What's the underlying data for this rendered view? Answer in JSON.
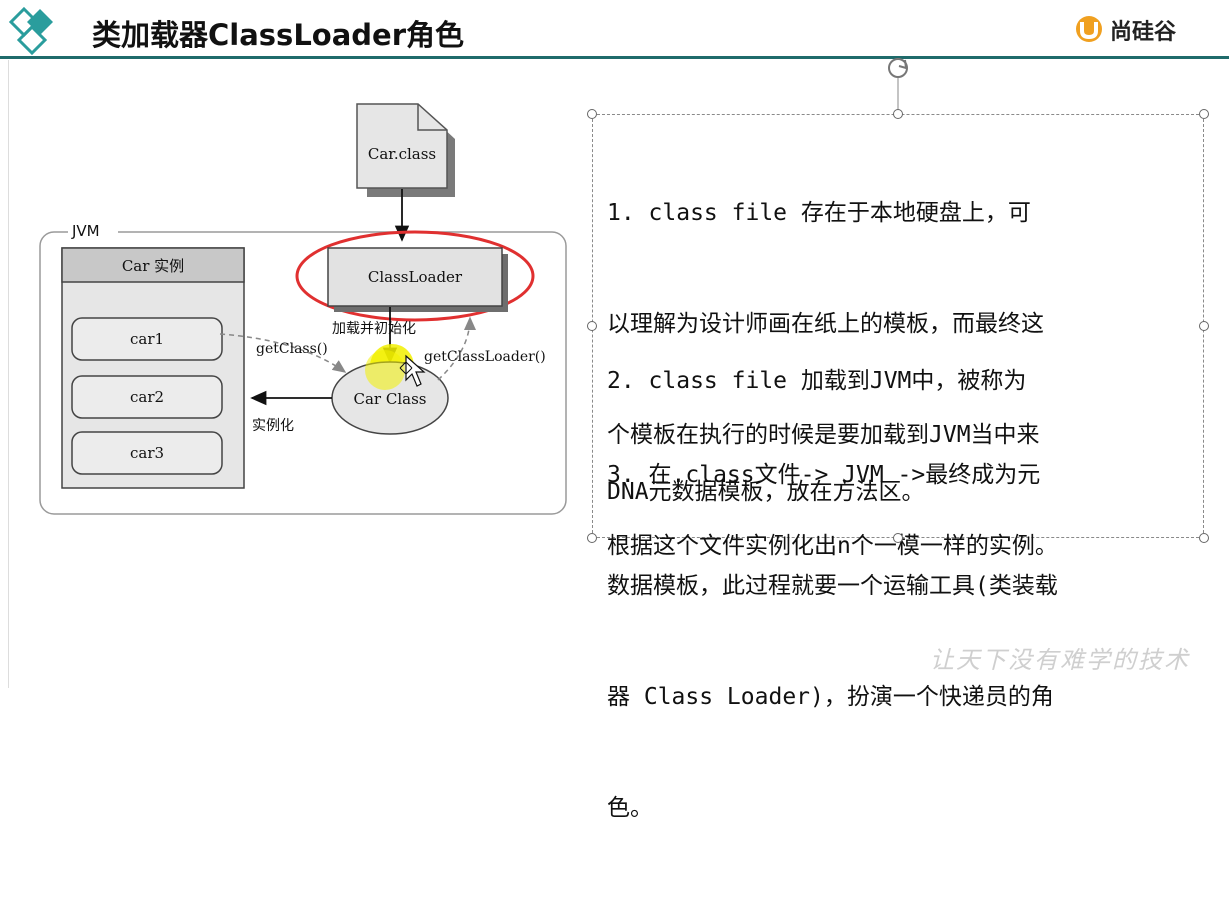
{
  "header": {
    "title": "类加载器ClassLoader角色",
    "brand": "尚硅谷",
    "accent_color": "#1f6b6b"
  },
  "diagram": {
    "file_label": "Car.class",
    "jvm_label": "JVM",
    "instance_box_title": "Car 实例",
    "instances": [
      "car1",
      "car2",
      "car3"
    ],
    "classloader_label": "ClassLoader",
    "carclass_label": "Car Class",
    "load_label": "加载并初始化",
    "getclass_label": "getClass()",
    "getclassloader_label": "getClassLoader()",
    "instantiate_label": "实例化",
    "highlight_color": "#e03030"
  },
  "textbox": {
    "p1_lines": [
      "1. class file 存在于本地硬盘上，可",
      "以理解为设计师画在纸上的模板，而最终这",
      "个模板在执行的时候是要加载到JVM当中来",
      "根据这个文件实例化出n个一模一样的实例。"
    ],
    "p2_lines": [
      "2. class file 加载到JVM中，被称为",
      "DNA元数据模板，放在方法区。"
    ],
    "p3_lines": [
      "3. 在.class文件-> JVM ->最终成为元",
      "数据模板，此过程就要一个运输工具(类装载",
      "器 Class Loader)，扮演一个快递员的角",
      "色。"
    ]
  },
  "watermark": "让天下没有难学的技术"
}
